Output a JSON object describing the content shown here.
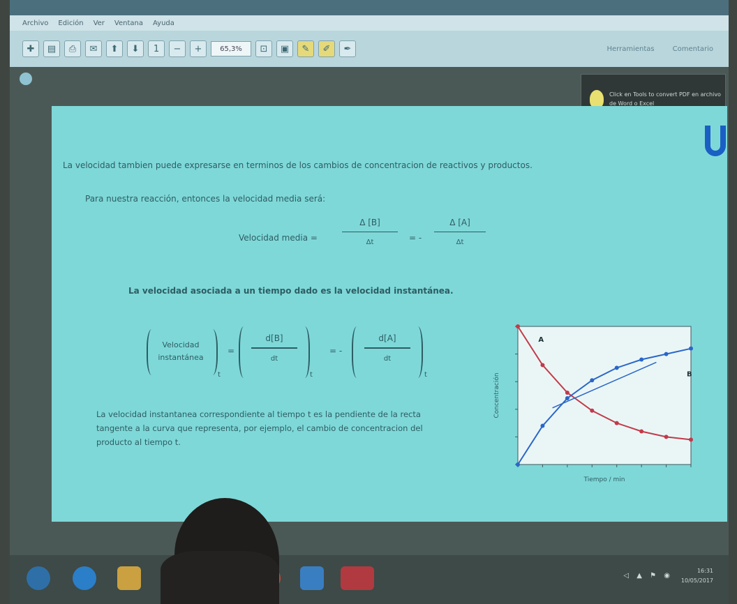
{
  "window": {
    "title": "",
    "menu": [
      "Archivo",
      "Edición",
      "Ver",
      "Ventana",
      "Ayuda"
    ]
  },
  "toolbar": {
    "zoom_value": "65,3%",
    "page_current": "1",
    "right_links": [
      "Herramientas",
      "Comentario"
    ]
  },
  "notification": {
    "text": "Click en Tools to convert PDF en archivo de Word o Excel"
  },
  "slide": {
    "line1": "La velocidad tambien puede expresarse en terminos de los cambios de concentracion de  reactivos y productos.",
    "line2": "Para nuestra reacción, entonces la velocidad media será:",
    "eq1": {
      "label": "Velocidad media =",
      "num1": "Δ [B]",
      "den1": "Δt",
      "mid": "= -",
      "num2": "Δ [A]",
      "den2": "Δt"
    },
    "line3": "La velocidad asociada a un tiempo dado es la velocidad instantánea.",
    "eq2": {
      "lhs_line1": "Velocidad",
      "lhs_line2": "instantánea",
      "sub": "t",
      "eq": "=",
      "num1": "d[B]",
      "den1": "dt",
      "mid": "= -",
      "num2": "d[A]",
      "den2": "dt"
    },
    "paragraph": "La velocidad instantanea correspondiente al tiempo t es la pendiente de la recta tangente a la curva que representa, por ejemplo, el cambio de concentracion del producto al tiempo t."
  },
  "chart_data": {
    "type": "line",
    "xlabel": "Tiempo / min",
    "ylabel": "Concentración",
    "xlim": [
      0,
      140
    ],
    "ylim": [
      0,
      1
    ],
    "grid": false,
    "series": [
      {
        "name": "A",
        "color": "#c23a4a",
        "x": [
          0,
          20,
          40,
          60,
          80,
          100,
          120,
          140
        ],
        "y": [
          1.0,
          0.72,
          0.52,
          0.39,
          0.3,
          0.24,
          0.2,
          0.18
        ]
      },
      {
        "name": "B",
        "color": "#2a66c8",
        "x": [
          0,
          20,
          40,
          60,
          80,
          100,
          120,
          140
        ],
        "y": [
          0.0,
          0.28,
          0.48,
          0.61,
          0.7,
          0.76,
          0.8,
          0.84
        ]
      }
    ],
    "tangent": {
      "x": [
        28,
        112
      ],
      "y": [
        0.41,
        0.74
      ],
      "color": "#2a66c8"
    }
  },
  "taskbar": {
    "clock_time": "16:31",
    "clock_date": "10/05/2017"
  }
}
